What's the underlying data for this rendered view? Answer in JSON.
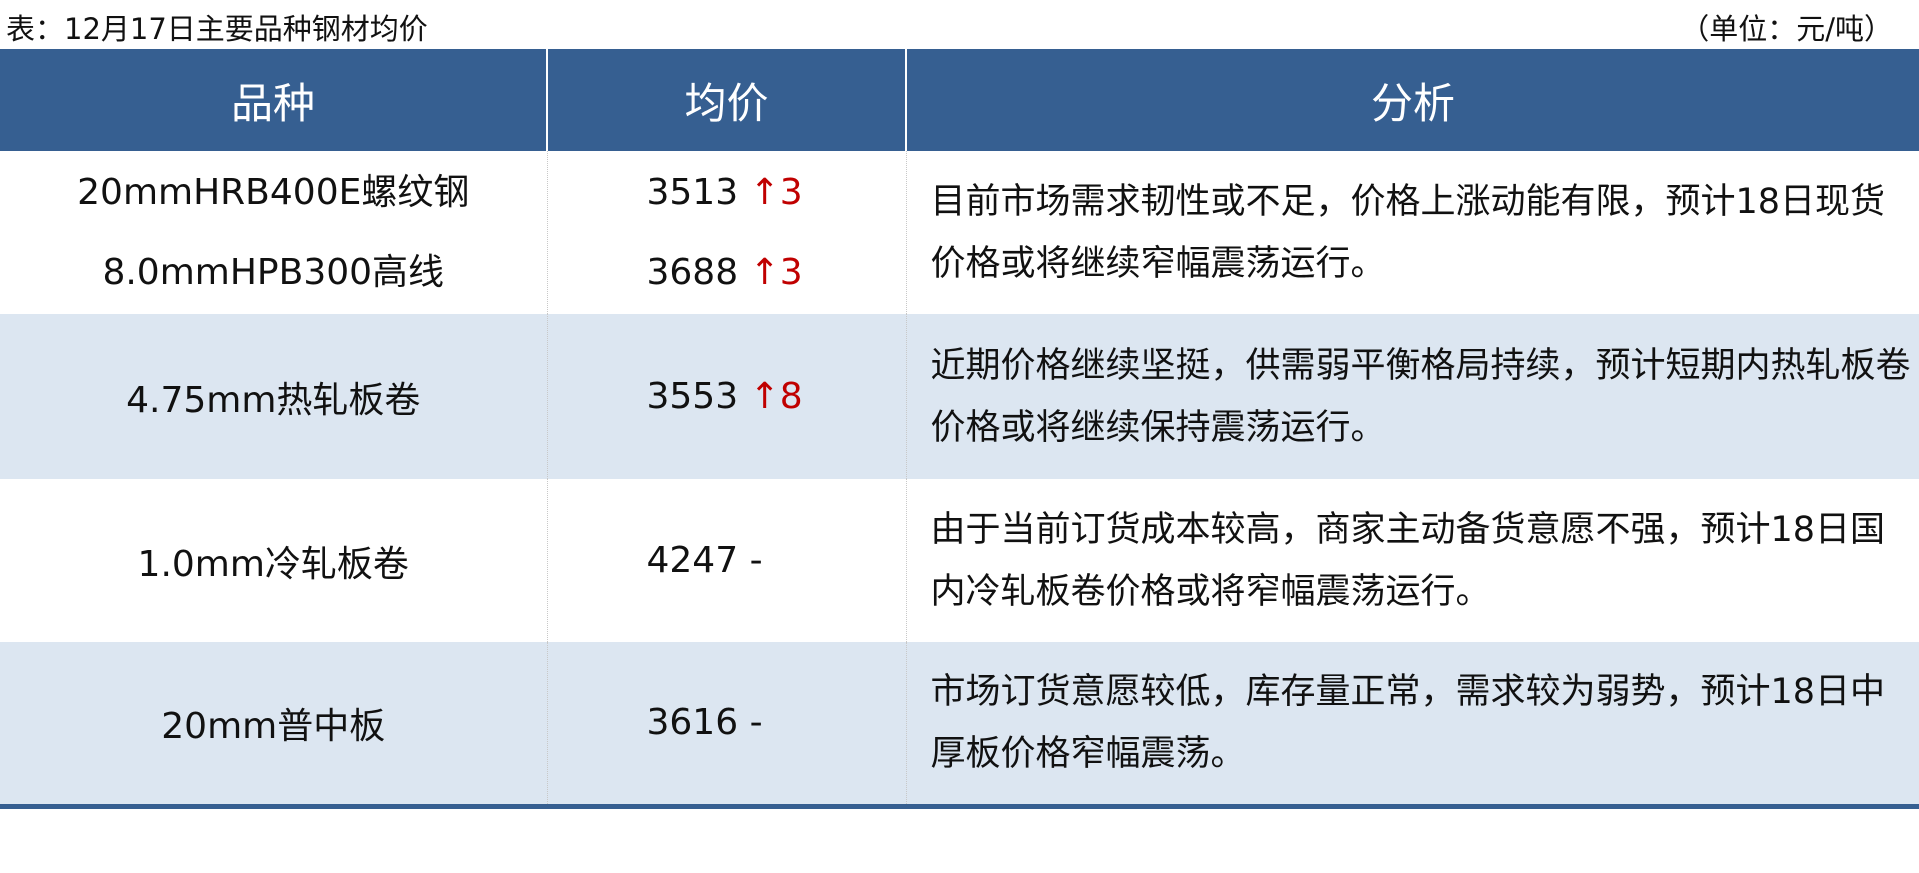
{
  "caption": "表：12月17日主要品种钢材均价",
  "unit": "（单位：元/吨）",
  "headers": [
    "品种",
    "均价",
    "分析"
  ],
  "rows": [
    {
      "items": [
        "20mmHRB400E螺纹钢",
        "8.0mmHPB300高线"
      ],
      "prices": [
        "3513",
        "3688"
      ],
      "changes": [
        "↑3",
        "↑3"
      ],
      "analysis": "目前市场需求韧性或不足，价格上涨动能有限，预计18日现货价格或将继续窄幅震荡运行。"
    },
    {
      "items": [
        "4.75mm热轧板卷"
      ],
      "prices": [
        "3553"
      ],
      "changes": [
        "↑8"
      ],
      "analysis": "近期价格继续坚挺，供需弱平衡格局持续，预计短期内热轧板卷价格或将继续保持震荡运行。"
    },
    {
      "items": [
        "1.0mm冷轧板卷"
      ],
      "prices": [
        "4247"
      ],
      "changes": [
        "-"
      ],
      "analysis": "由于当前订货成本较高，商家主动备货意愿不强，预计18日国内冷轧板卷价格或将窄幅震荡运行。"
    },
    {
      "items": [
        "20mm普中板"
      ],
      "prices": [
        "3616"
      ],
      "changes": [
        "-"
      ],
      "analysis": "市场订货意愿较低，库存量正常，需求较为弱势，预计18日中厚板价格窄幅震荡。"
    }
  ],
  "colors": {
    "header_bg": "#365f91",
    "alt_row": "#dce6f1",
    "up": "#c00000"
  }
}
